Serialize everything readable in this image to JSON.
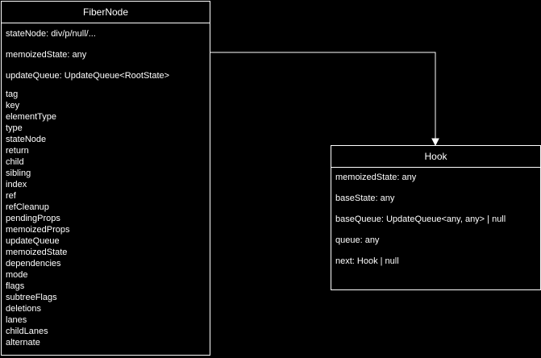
{
  "fiber_node": {
    "title": "FiberNode",
    "top_fields": [
      "stateNode: div/p/null/...",
      "memoizedState: any",
      "updateQueue: UpdateQueue<RootState>"
    ],
    "fields": [
      "tag",
      "key",
      "elementType",
      "type",
      "stateNode",
      "return",
      "child",
      "sibling",
      "index",
      "ref",
      "refCleanup",
      "pendingProps",
      "memoizedProps",
      "updateQueue",
      "memoizedState",
      "dependencies",
      "mode",
      "flags",
      "subtreeFlags",
      "deletions",
      "lanes",
      "childLanes",
      "alternate"
    ]
  },
  "hook": {
    "title": "Hook",
    "fields": [
      "memoizedState: any",
      "baseState: any",
      "baseQueue: UpdateQueue<any, any> | null",
      "queue: any",
      "next: Hook | null"
    ]
  },
  "colors": {
    "background": "#000000",
    "stroke": "#ffffff",
    "text": "#ffffff"
  }
}
